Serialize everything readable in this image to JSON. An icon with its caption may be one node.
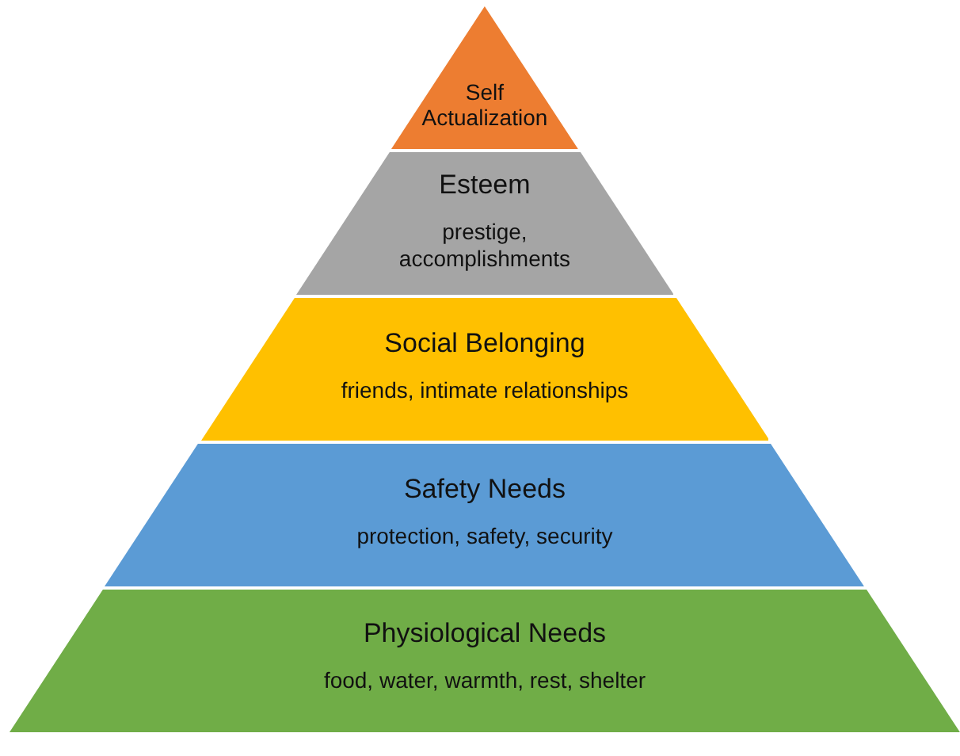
{
  "diagram": {
    "nodes": [
      {
        "text": [
          "Self Actualization"
        ]
      },
      {
        "text": [
          "Esteem",
          "prestige, accomplishments"
        ]
      },
      {
        "text": [
          "Social Belonging",
          "friends, intimate relationships"
        ]
      },
      {
        "text": [
          "Safety Needs",
          "protection, safety, security"
        ]
      },
      {
        "text": [
          "Physiological Needs",
          "food, water, warmth, rest, shelter"
        ]
      }
    ]
  }
}
